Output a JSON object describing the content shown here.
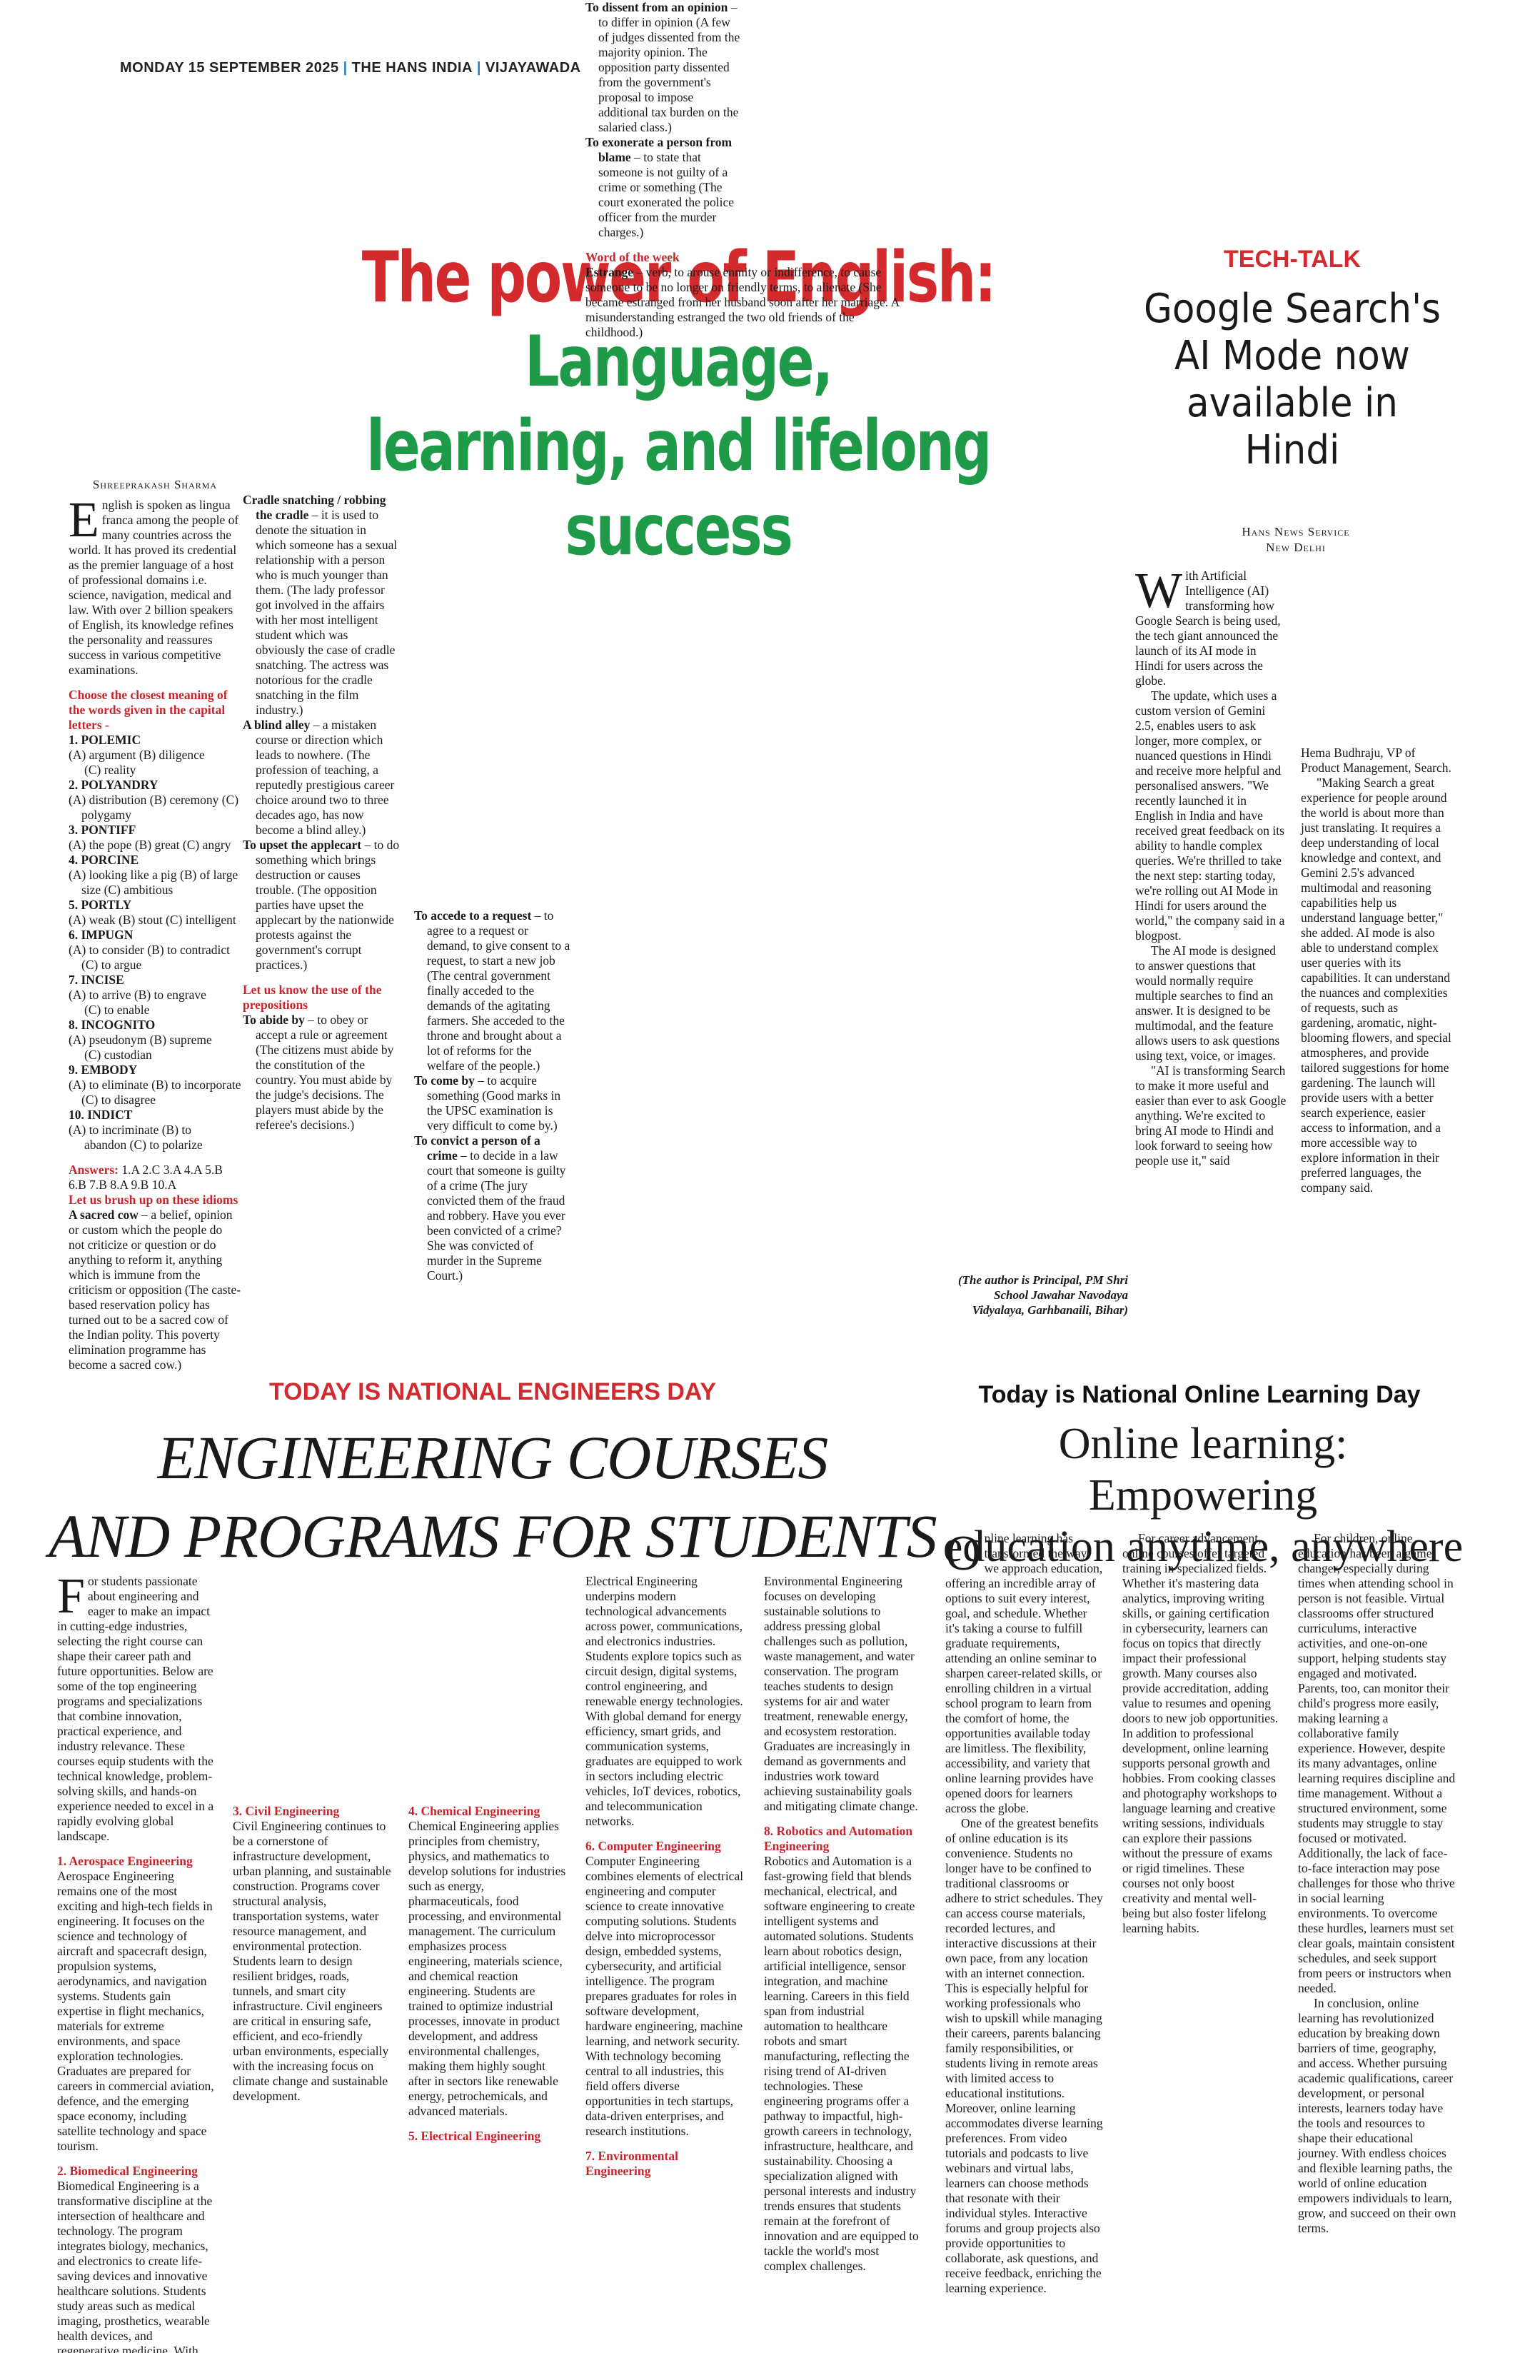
{
  "masthead": {
    "date": "MONDAY 15 SEPTEMBER 2025",
    "paper": "THE HANS INDIA",
    "edition": "VIJAYAWADA",
    "sep": "|"
  },
  "english": {
    "headline_red": "The power of English:",
    "headline_green_1": " Language,",
    "headline_green_2": "learning, and lifelong success",
    "byline": "Shreeprakash Sharma",
    "dropcap": "E",
    "col1": [
      "nglish is spoken as lingua franca among the people of many countries across the world. It has proved its credential as the premier language of a host of professional domains i.e. science, navigation, medical and law. With over 2 billion speakers of English, its knowledge refines the personality and reassures success in various competitive examinations."
    ],
    "quiz_heading": "Choose the closest meaning of the words given in the capital letters -",
    "quiz": [
      {
        "q": "1. POLEMIC",
        "opts": [
          "(A) argument (B) diligence",
          "(C) reality"
        ]
      },
      {
        "q": "2. POLYANDRY",
        "opts": [
          "(A) distribution (B) ceremony (C) polygamy"
        ]
      },
      {
        "q": "3. PONTIFF",
        "opts": [
          "(A) the pope (B) great (C) angry"
        ]
      },
      {
        "q": "4. PORCINE",
        "opts": [
          "(A) looking like a pig (B) of large size (C) ambitious"
        ]
      },
      {
        "q": "5. PORTLY",
        "opts": [
          "(A) weak (B) stout (C) intelligent"
        ]
      },
      {
        "q": "6. IMPUGN",
        "opts": [
          "(A) to consider (B) to contradict (C) to argue"
        ]
      },
      {
        "q": "7. INCISE",
        "opts": [
          "(A) to arrive (B) to engrave",
          "(C) to enable"
        ]
      },
      {
        "q": "8. INCOGNITO",
        "opts": [
          "(A) pseudonym (B) supreme",
          "(C) custodian"
        ]
      },
      {
        "q": "9. EMBODY",
        "opts": [
          "(A) to eliminate (B) to incorporate (C) to disagree"
        ]
      },
      {
        "q": "10. INDICT",
        "opts": [
          "(A) to incriminate (B) to",
          "abandon (C) to polarize"
        ]
      }
    ],
    "answers_label": "Answers:",
    "answers_text": " 1.A 2.C 3.A 4.A 5.B 6.B 7.B 8.A 9.B 10.A",
    "idioms_heading": "Let us brush up on these idioms",
    "sacred_cow_term": "A sacred cow",
    "sacred_cow_def": " – a belief, opinion or custom which the people do not criticize or question or do anything to reform it, anything which is immune from the criticism or opposition (The caste-based reservation policy has turned out to be a sacred cow of the Indian polity. This poverty elimination programme has become a sacred cow.)",
    "cradle_term": "Cradle snatching / robbing the cradle",
    "cradle_def": " – it is used to denote the situation in which someone has a sexual relationship with a person who is much younger than them. (The lady professor got involved in the affairs with her most intelligent student which was obviously the case of cradle snatching. The actress was notorious for the cradle snatching in the film industry.)",
    "blind_term": "A blind alley",
    "blind_def": " – a mistaken course or direction which leads to nowhere. (The profession of teaching, a reputedly prestigious career choice around two to three decades ago, has now become a blind alley.)",
    "upset_term": "To upset the applecart",
    "upset_def": " – to do something which brings destruction or causes trouble. (The opposition parties have upset the applecart by the nationwide protests against the government's corrupt practices.)",
    "prepositions_heading": "Let us know the use of the prepositions",
    "abide_term": "To abide by",
    "abide_def": " – to obey or accept a rule or agreement (The citizens must abide by the constitution of the country. You must abide by the judge's decisions. The players must abide by the referee's decisions.)",
    "accede_term": "To accede to a request",
    "accede_def": " – to agree to a request or demand, to give consent to a request, to start a new job (The central government finally acceded to the demands of the agitating farmers. She acceded to the throne and brought about a lot of reforms for the welfare of the people.)",
    "comeby_term": "To come by",
    "comeby_def": " – to acquire something (Good marks in the UPSC examination is very difficult to come by.)",
    "convict_term": "To convict a person of a crime",
    "convict_def": " – to decide in a law court that someone is guilty of a crime (The jury convicted them of the fraud and robbery. Have you ever been convicted of a crime? She was convicted of murder in the Supreme Court.)",
    "dissent_term": "To dissent from an opinion",
    "dissent_def": " – to differ in opinion (A few of judges dissented from the majority opinion. The opposition party dissented from the government's proposal to impose additional tax burden on the salaried class.)",
    "exonerate_term": "To exonerate a person from blame",
    "exonerate_def": " – to state that someone is not guilty of a crime or something (The court exonerated the police officer from the murder charges.)",
    "word_heading": "Word of the week",
    "word_term": "Estrange",
    "word_def": " – verb, to arouse enmity or indifference, to cause someone to be no longer on friendly terms, to alienate (She became estranged from her husband soon after her marriage. A misunderstanding estranged the two old friends of the childhood.)",
    "author_note": "(The author is Principal, PM Shri School Jawahar Navodaya Vidyalaya, Garhbanaili, Bihar)"
  },
  "techtalk": {
    "kicker": "TECH-TALK",
    "headline": "Google Search's AI Mode now available in Hindi",
    "byline_1": "Hans News Service",
    "byline_2": "New Delhi",
    "dropcap": "W",
    "col1": [
      "ith Artificial Intelligence (AI) transforming how Google Search is being used, the tech giant announced the launch of its AI mode in Hindi for users across the globe.",
      "The update, which uses a custom version of Gemini 2.5, enables users to ask longer, more complex, or nuanced questions in Hindi and receive more helpful and personalised answers. \"We recently launched it in English in India and have received great feedback on its ability to handle complex queries. We're thrilled to take the next step: starting today, we're rolling out AI Mode in Hindi for users around the world,\" the company said in a blogpost.",
      "The AI mode is designed to answer questions that would normally require multiple searches to find an answer. It is designed to be multimodal, and the feature allows users to ask questions using text, voice, or images.",
      "\"AI is transforming Search to make it more useful and easier than ever to ask Google anything. We're excited to bring AI mode to Hindi and look forward to seeing how people use it,\" said"
    ],
    "col2": [
      "Hema Budhraju, VP of Product Management, Search.",
      "\"Making Search a great experience for people around the world is about more than just translating. It requires a deep understanding of local knowledge and context, and Gemini 2.5's advanced multimodal and reasoning capabilities help us understand language better,\" she added. AI mode is also able to understand complex user queries with its capabilities. It can understand the nuances and complexities of requests, such as gardening, aromatic, night-blooming flowers, and special atmospheres, and provide tailored suggestions for home gardening. The launch will provide users with a better search experience, easier access to information, and a more accessible way to explore information in their preferred languages, the company said."
    ]
  },
  "engineering": {
    "kicker": "TODAY IS NATIONAL ENGINEERS DAY",
    "headline_1": "ENGINEERING COURSES",
    "headline_2": "AND PROGRAMS FOR STUDENTS",
    "dropcap": "F",
    "intro": "or students passionate about engineering and eager to make an impact in cutting-edge industries, selecting the right course can shape their career path and future opportunities. Below are some of the top engineering programs and specializations that combine innovation, practical experience, and industry relevance. These courses equip students with the technical knowledge, problem-solving skills, and hands-on experience needed to excel in a rapidly evolving global landscape.",
    "sections": [
      {
        "title": "1. Aerospace Engineering",
        "text": "Aerospace Engineering remains one of the most exciting and high-tech fields in engineering. It focuses on the science and technology of aircraft and spacecraft design, propulsion systems, aerodynamics, and navigation systems. Students gain expertise in flight mechanics, materials for extreme environments, and space exploration technologies. Graduates are prepared for careers in commercial aviation, defence, and the emerging space economy, including satellite technology and space tourism."
      },
      {
        "title": "2. Biomedical Engineering",
        "text": "Biomedical Engineering is a transformative discipline at the intersection of healthcare and technology. The program integrates biology, mechanics, and electronics to create life-saving devices and innovative healthcare solutions. Students study areas such as medical imaging, prosthetics, wearable health devices, and regenerative medicine. With growing demand for advanced medical solutions, graduates find opportunities in healthcare technology, biotechnology research, and medical device manufacturing."
      },
      {
        "title": "3. Civil Engineering",
        "text": "Civil Engineering continues to be a cornerstone of infrastructure development, urban planning, and sustainable construction. Programs cover structural analysis, transportation systems, water resource management, and environmental protection. Students learn to design resilient bridges, roads, tunnels, and smart city infrastructure. Civil engineers are critical in ensuring safe, efficient, and eco-friendly urban environments, especially with the increasing focus on climate change and sustainable development."
      },
      {
        "title": "4. Chemical Engineering",
        "text": "Chemical Engineering applies principles from chemistry, physics, and mathematics to develop solutions for industries such as energy, pharmaceuticals, food processing, and environmental management. The curriculum emphasizes process engineering, materials science, and chemical reaction engineering. Students are trained to optimize industrial processes, innovate in product development, and address environmental challenges, making them highly sought after in sectors like renewable energy, petrochemicals, and advanced materials."
      },
      {
        "title": "5. Electrical Engineering",
        "text": "Electrical Engineering underpins modern technological advancements across power, communications, and electronics industries. Students explore topics such as circuit design, digital systems, control engineering, and renewable energy technologies. With global demand for energy efficiency, smart grids, and communication systems, graduates are equipped to work in sectors including electric vehicles, IoT devices, robotics, and telecommunication networks."
      },
      {
        "title": "6. Computer Engineering",
        "text": "Computer Engineering combines elements of electrical engineering and computer science to create innovative computing solutions. Students delve into microprocessor design, embedded systems, cybersecurity, and artificial intelligence. The program prepares graduates for roles in software development, hardware engineering, machine learning, and network security. With technology becoming central to all industries, this field offers diverse opportunities in tech startups, data-driven enterprises, and research institutions."
      },
      {
        "title": "7. Environmental Engineering",
        "text": "Environmental Engineering focuses on developing sustainable solutions to address pressing global challenges such as pollution, waste management, and water conservation. The program teaches students to design systems for air and water treatment, renewable energy, and ecosystem restoration. Graduates are increasingly in demand as governments and industries work toward achieving sustainability goals and mitigating climate change."
      },
      {
        "title": "8. Robotics and Automation Engineering",
        "text": "Robotics and Automation is a fast-growing field that blends mechanical, electrical, and software engineering to create intelligent systems and automated solutions. Students learn about robotics design, artificial intelligence, sensor integration, and machine learning. Careers in this field span from industrial automation to healthcare robots and smart manufacturing, reflecting the rising trend of AI-driven technologies. These engineering programs offer a pathway to impactful, high-growth careers in technology, infrastructure, healthcare, and sustainability. Choosing a specialization aligned with personal interests and industry trends ensures that students remain at the forefront of innovation and are equipped to tackle the world's most complex challenges."
      }
    ]
  },
  "online": {
    "kicker": "Today is National Online Learning Day",
    "headline_1": "Online learning: Empowering",
    "headline_2": "education anytime, anywhere",
    "dropcap": "O",
    "paras": [
      "nline learning has transformed the way we approach education, offering an incredible array of options to suit every interest, goal, and schedule. Whether it's taking a course to fulfill graduate requirements, attending an online seminar to sharpen career-related skills, or enrolling children in a virtual school program to learn from the comfort of home, the opportunities available today are limitless. The flexibility, accessibility, and variety that online learning provides have opened doors for learners across the globe.",
      "One of the greatest benefits of online education is its convenience. Students no longer have to be confined to traditional classrooms or adhere to strict schedules. They can access course materials, recorded lectures, and interactive discussions at their own pace, from any location with an internet connection. This is especially helpful for working professionals who wish to upskill while managing their careers, parents balancing family responsibilities, or students living in remote areas with limited access to educational institutions. Moreover, online learning accommodates diverse learning preferences. From video tutorials and podcasts to live webinars and virtual labs, learners can choose methods that resonate with their individual styles. Interactive forums and group projects also provide opportunities to collaborate, ask questions, and receive feedback, enriching the learning experience.",
      "For career advancement, online courses offer targeted training in specialized fields. Whether it's mastering data analytics, improving writing skills, or gaining certification in cybersecurity, learners can focus on topics that directly impact their professional growth. Many courses also provide accreditation, adding value to resumes and opening doors to new job opportunities. In addition to professional development, online learning supports personal growth and hobbies. From cooking classes and photography workshops to language learning and creative writing sessions, individuals can explore their passions without the pressure of exams or rigid timelines. These courses not only boost creativity and mental well-being but also foster lifelong learning habits.",
      "For children, online education has been a game-changer, especially during times when attending school in person is not feasible. Virtual classrooms offer structured curriculums, interactive activities, and one-on-one support, helping students stay engaged and motivated. Parents, too, can monitor their child's progress more easily, making learning a collaborative family experience. However, despite its many advantages, online learning requires discipline and time management. Without a structured environment, some students may struggle to stay focused or motivated. Additionally, the lack of face-to-face interaction may pose challenges for those who thrive in social learning environments. To overcome these hurdles, learners must set clear goals, maintain consistent schedules, and seek support from peers or instructors when needed.",
      "In conclusion, online learning has revolutionized education by breaking down barriers of time, geography, and access. Whether pursuing academic qualifications, career development, or personal interests, learners today have the tools and resources to shape their educational journey. With endless choices and flexible learning paths, the world of online education empowers individuals to learn, grow, and succeed on their own terms."
    ]
  }
}
